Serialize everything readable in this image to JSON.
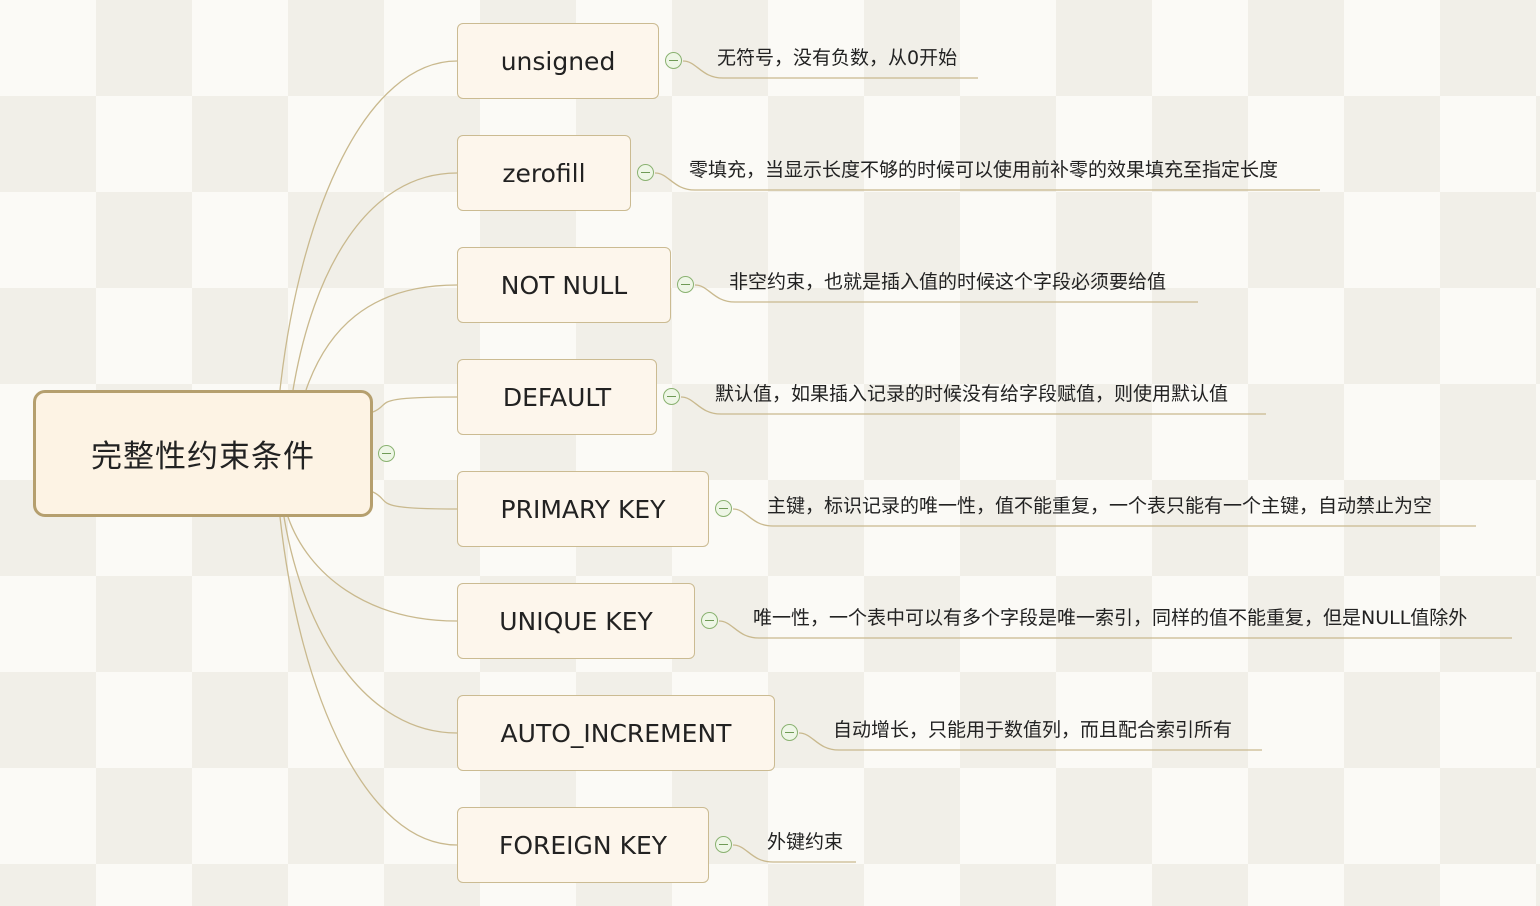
{
  "root": {
    "label": "完整性约束条件"
  },
  "branches": [
    {
      "label": "unsigned",
      "description": "无符号，没有负数，从0开始"
    },
    {
      "label": "zerofill",
      "description": "零填充，当显示长度不够的时候可以使用前补零的效果填充至指定长度"
    },
    {
      "label": "NOT NULL",
      "description": "非空约束，也就是插入值的时候这个字段必须要给值"
    },
    {
      "label": "DEFAULT",
      "description": "默认值，如果插入记录的时候没有给字段赋值，则使用默认值"
    },
    {
      "label": "PRIMARY KEY",
      "description": "主键，标识记录的唯一性，值不能重复，一个表只能有一个主键，自动禁止为空"
    },
    {
      "label": "UNIQUE KEY",
      "description": "唯一性，一个表中可以有多个字段是唯一索引，同样的值不能重复，但是NULL值除外"
    },
    {
      "label": "AUTO_INCREMENT",
      "description": "自动增长，只能用于数值列，而且配合索引所有"
    },
    {
      "label": "FOREIGN KEY",
      "description": "外键约束"
    }
  ],
  "colors": {
    "connector": "#c9b98e",
    "toggle_border": "#8ab271",
    "root_border": "#b59f6e"
  },
  "icons": {
    "collapse": "collapse-minus-icon"
  }
}
